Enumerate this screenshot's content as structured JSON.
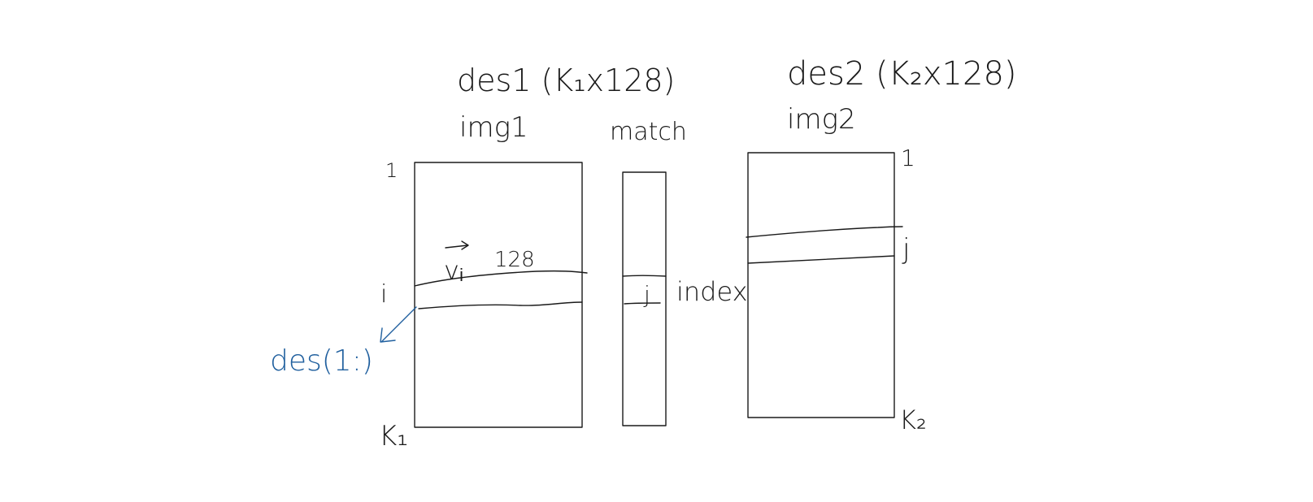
{
  "img1": {
    "title": "des1 (K₁x128)",
    "name": "img1",
    "row_top": "1",
    "row_i": "i",
    "row_bottom": "K₁",
    "vector": "vᵢ",
    "vector_len": "128",
    "annotation": "des(1:)"
  },
  "match": {
    "title": "match",
    "entry": "j",
    "entry_label": "index"
  },
  "img2": {
    "title": "des2 (K₂x128)",
    "name": "img2",
    "row_top": "1",
    "row_j": "j",
    "row_bottom": "K₂"
  },
  "colors": {
    "ink": "#1a1a1a",
    "annotation": "#1f5f9e"
  }
}
